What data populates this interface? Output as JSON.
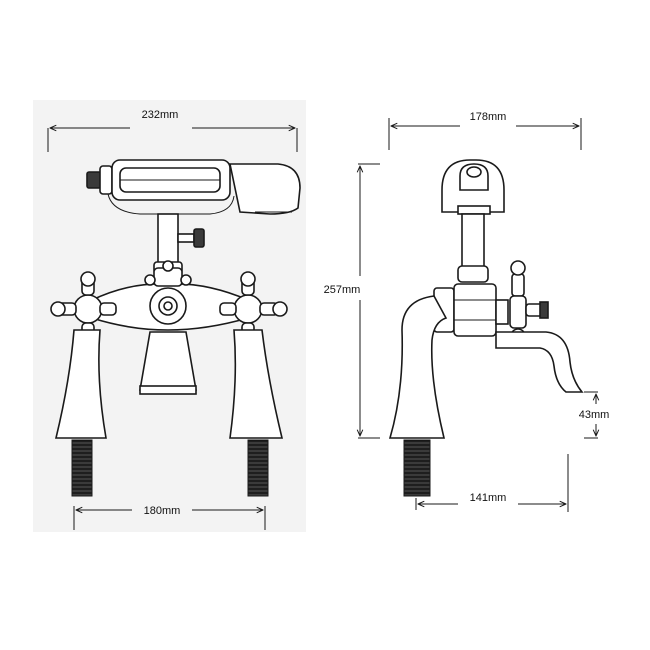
{
  "dimensions": {
    "front_width": "232mm",
    "centres": "180mm",
    "side_depth": "178mm",
    "height": "257mm",
    "spout_height": "43mm",
    "spout_reach": "141mm"
  },
  "colors": {
    "background": "#ffffff",
    "front_panel": "#f3f3f3",
    "line": "#1a1a1a",
    "thread": "#2a2a2a"
  }
}
